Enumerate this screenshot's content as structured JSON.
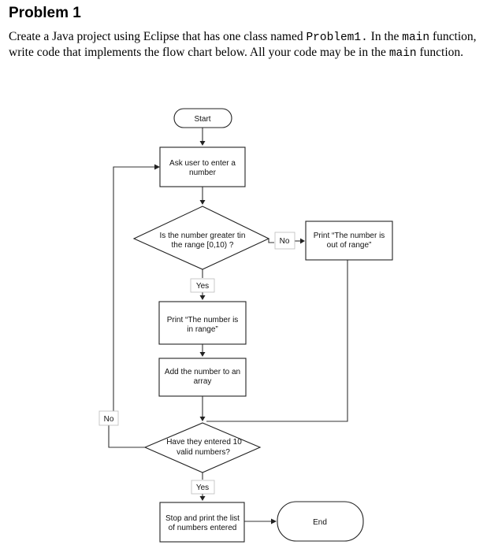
{
  "heading": "Problem 1",
  "intro": [
    {
      "t": "Create a Java project using Eclipse that has one class named "
    },
    {
      "t": "Problem1.",
      "code": true
    },
    {
      "t": " In the "
    },
    {
      "t": "main",
      "code": true
    },
    {
      "t": " function, write code that implements the flow chart below. All your code may be in the "
    },
    {
      "t": "main",
      "code": true
    },
    {
      "t": " function."
    }
  ],
  "flowchart": {
    "start": "Start",
    "ask": [
      "Ask user to enter a",
      "number"
    ],
    "decision_range": [
      "Is the number greater tin",
      "the range [0,10) ?"
    ],
    "out_of_range": [
      "Print “The number is",
      "out of range”"
    ],
    "in_range": [
      "Print “The number is",
      "in range”"
    ],
    "add": [
      "Add the number to an",
      "array"
    ],
    "decision_count": [
      "Have they entered 10",
      "valid numbers?"
    ],
    "stop": [
      "Stop and print the list",
      "of numbers entered"
    ],
    "end": "End",
    "labels": {
      "yes_range": "Yes",
      "no_range": "No",
      "yes_count": "Yes",
      "no_count": "No"
    }
  }
}
